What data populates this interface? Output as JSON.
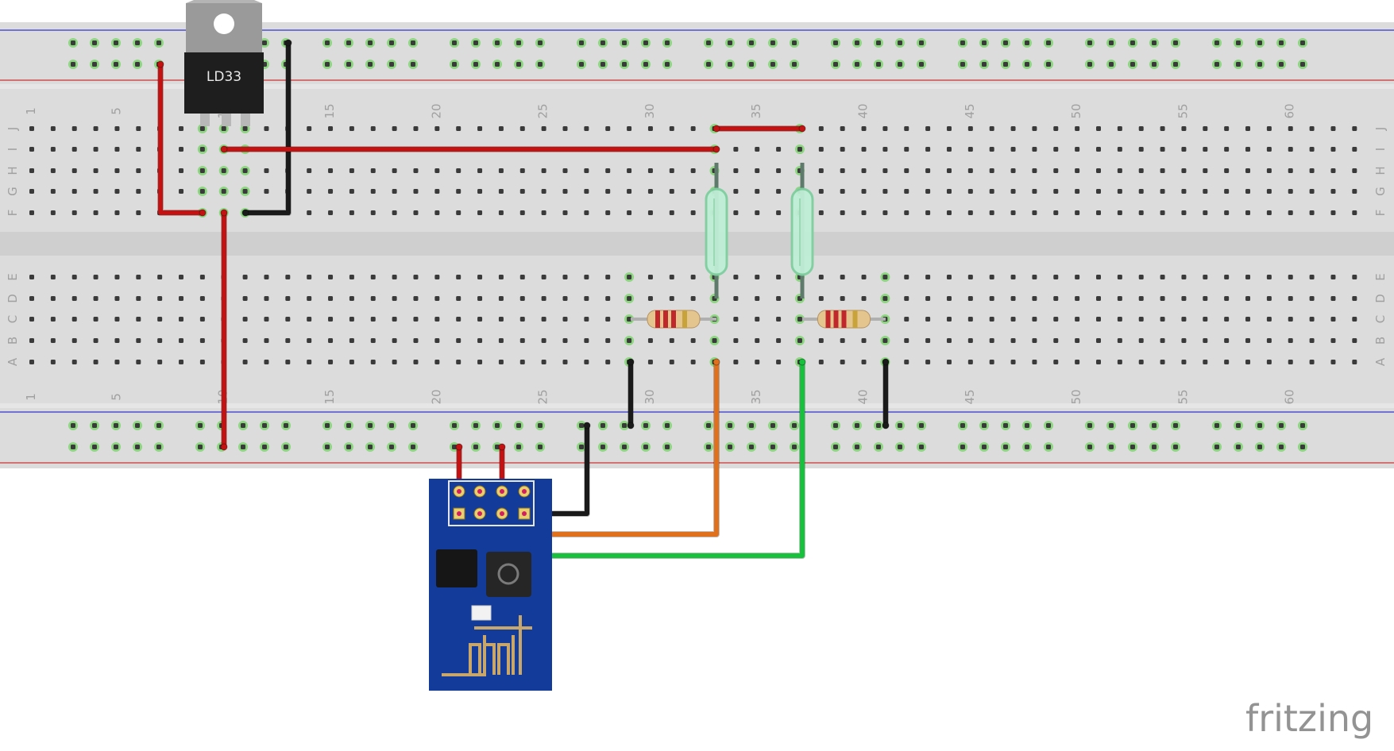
{
  "regulator_label": "LD33",
  "watermark": "fritzing",
  "column_numbers": [
    "1",
    "5",
    "10",
    "15",
    "20",
    "25",
    "30",
    "35",
    "40",
    "45",
    "50",
    "55",
    "60"
  ],
  "row_letters_top": [
    "J",
    "I",
    "H",
    "G",
    "F"
  ],
  "row_letters_bottom": [
    "E",
    "D",
    "C",
    "B",
    "A"
  ],
  "colors": {
    "board": "#dcdcdc",
    "rail_red": "#cc3333",
    "rail_blue": "#3333cc",
    "wire_red": "#c41212",
    "wire_black": "#1a1a1a",
    "wire_orange": "#e0701c",
    "wire_green": "#16c23c",
    "module_blue": "#123b9a",
    "highlight_green": "#7ed56f"
  }
}
